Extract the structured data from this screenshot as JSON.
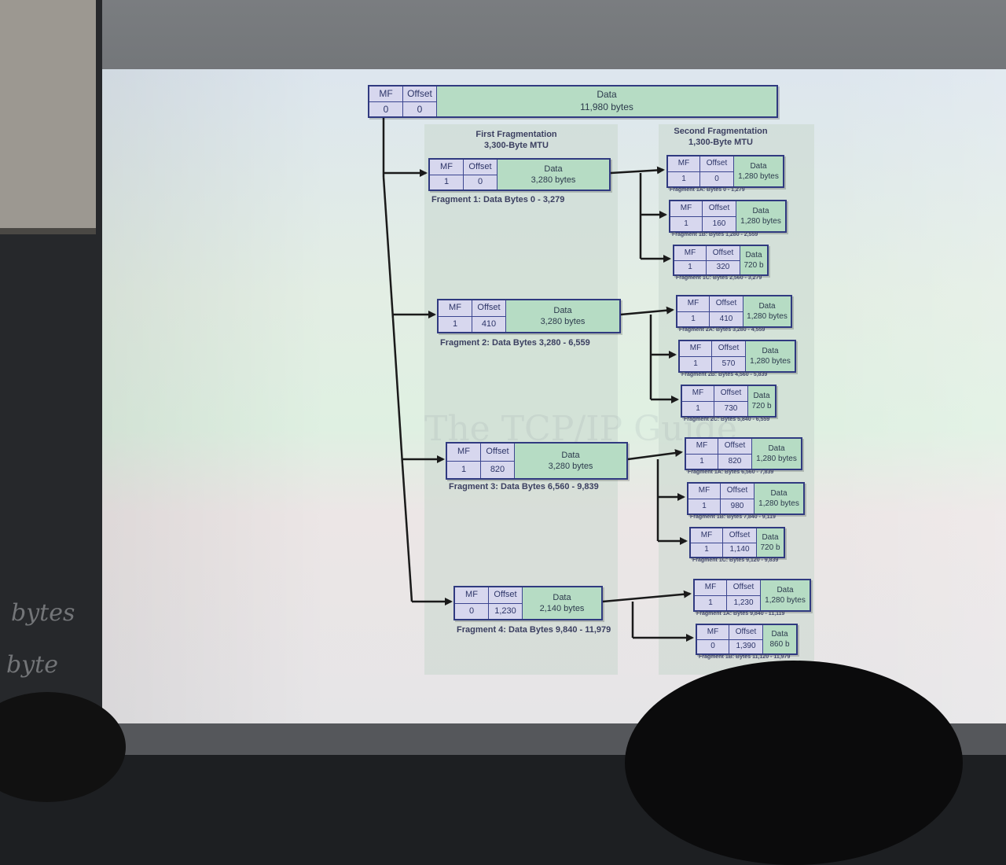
{
  "original": {
    "mf_label": "MF",
    "offset_label": "Offset",
    "mf": "0",
    "offset": "0",
    "data_label": "Data",
    "data_bytes": "11,980 bytes"
  },
  "headers": {
    "first": [
      "First Fragmentation",
      "3,300-Byte MTU"
    ],
    "second": [
      "Second Fragmentation",
      "1,300-Byte MTU"
    ]
  },
  "fragments": [
    {
      "mf": "1",
      "offset": "0",
      "data_label": "Data",
      "data_bytes": "3,280 bytes",
      "caption": "Fragment 1: Data Bytes 0 - 3,279",
      "subs": [
        {
          "mf": "1",
          "offset": "0",
          "data_label": "Data",
          "data_bytes": "1,280 bytes",
          "caption": "Fragment 1A: Bytes 0 - 1,279"
        },
        {
          "mf": "1",
          "offset": "160",
          "data_label": "Data",
          "data_bytes": "1,280 bytes",
          "caption": "Fragment 1B: Bytes 1,280 - 2,559"
        },
        {
          "mf": "1",
          "offset": "320",
          "data_label": "Data",
          "data_bytes": "720 b",
          "caption": "Fragment 1C: Bytes 2,560 - 3,279"
        }
      ]
    },
    {
      "mf": "1",
      "offset": "410",
      "data_label": "Data",
      "data_bytes": "3,280 bytes",
      "caption": "Fragment 2: Data Bytes 3,280 - 6,559",
      "subs": [
        {
          "mf": "1",
          "offset": "410",
          "data_label": "Data",
          "data_bytes": "1,280 bytes",
          "caption": "Fragment 2A: Bytes 3,280 - 4,559"
        },
        {
          "mf": "1",
          "offset": "570",
          "data_label": "Data",
          "data_bytes": "1,280 bytes",
          "caption": "Fragment 2B: Bytes 4,560 - 5,839"
        },
        {
          "mf": "1",
          "offset": "730",
          "data_label": "Data",
          "data_bytes": "720 b",
          "caption": "Fragment 2C: Bytes 5,840 - 6,559"
        }
      ]
    },
    {
      "mf": "1",
      "offset": "820",
      "data_label": "Data",
      "data_bytes": "3,280 bytes",
      "caption": "Fragment 3: Data Bytes 6,560 - 9,839",
      "subs": [
        {
          "mf": "1",
          "offset": "820",
          "data_label": "Data",
          "data_bytes": "1,280 bytes",
          "caption": "Fragment 1A: Bytes 6,560 - 7,839"
        },
        {
          "mf": "1",
          "offset": "980",
          "data_label": "Data",
          "data_bytes": "1,280 bytes",
          "caption": "Fragment 1B: Bytes 7,840 - 9,119"
        },
        {
          "mf": "1",
          "offset": "1,140",
          "data_label": "Data",
          "data_bytes": "720 b",
          "caption": "Fragment 1C: Bytes 9,120 - 9,839"
        }
      ]
    },
    {
      "mf": "0",
      "offset": "1,230",
      "data_label": "Data",
      "data_bytes": "2,140 bytes",
      "caption": "Fragment 4: Data Bytes 9,840 - 11,979",
      "subs": [
        {
          "mf": "1",
          "offset": "1,230",
          "data_label": "Data",
          "data_bytes": "1,280 bytes",
          "caption": "Fragment 1A: Bytes 9,840 - 11,119"
        },
        {
          "mf": "0",
          "offset": "1,390",
          "data_label": "Data",
          "data_bytes": "860 b",
          "caption": "Fragment 1B: Bytes 11,120 - 11,979"
        }
      ]
    }
  ],
  "watermark": "The TCP/IP Guide",
  "chalk": [
    "bytes",
    "byte"
  ],
  "colors": {
    "box_border": "#303a80",
    "header_fill": "#d7d7ee",
    "data_fill": "#b6dcc4",
    "wire": "#1a1a1a"
  }
}
